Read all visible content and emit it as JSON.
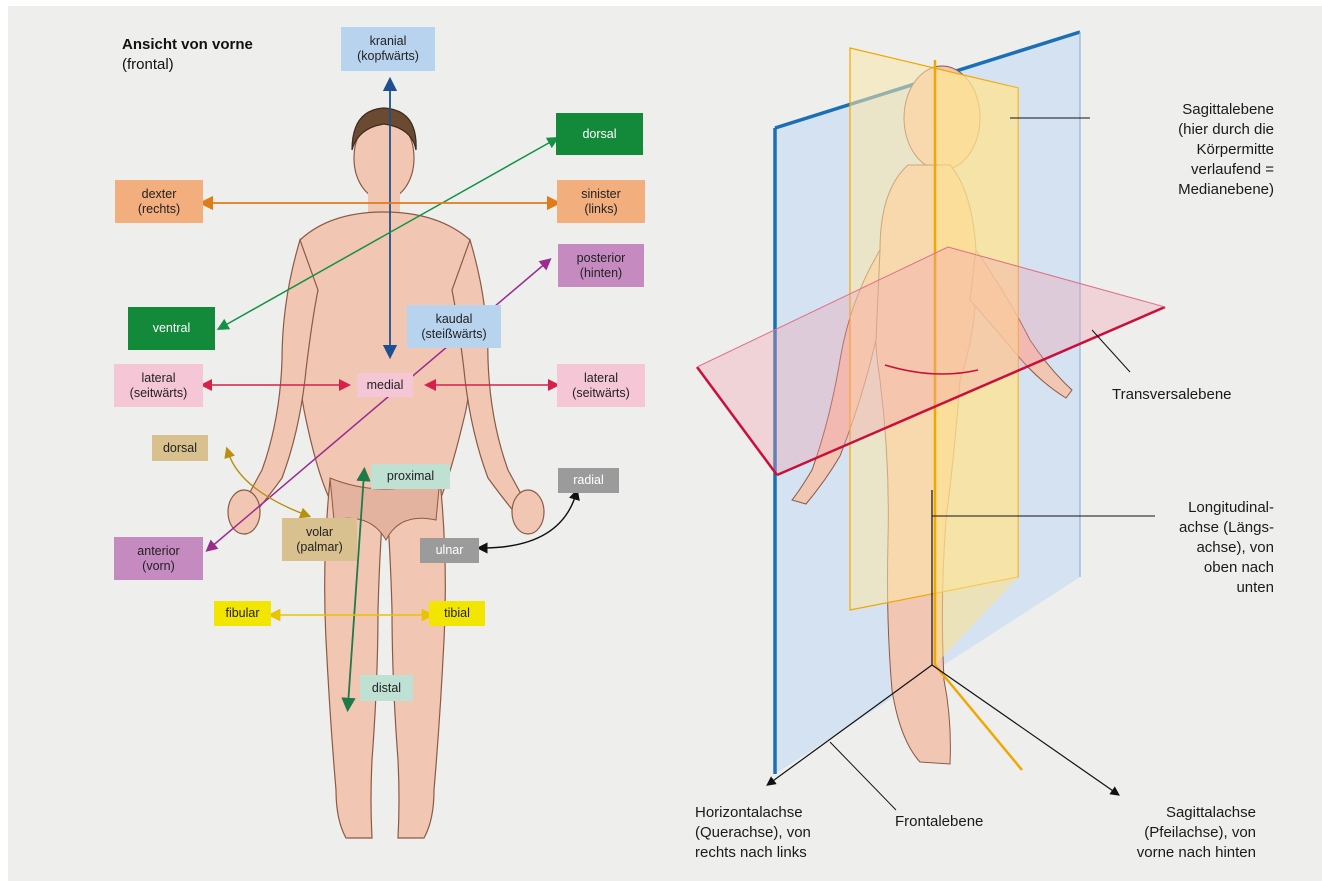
{
  "heading": {
    "title": "Ansicht von vorne",
    "subtitle": "(frontal)"
  },
  "left_labels": {
    "kranial": "kranial\n(kopfwärts)",
    "dorsal_top": "dorsal",
    "dexter": "dexter\n(rechts)",
    "sinister": "sinister\n(links)",
    "posterior": "posterior\n(hinten)",
    "ventral": "ventral",
    "kaudal": "kaudal\n(steißwärts)",
    "lateral_left": "lateral\n(seitwärts)",
    "medial": "medial",
    "lateral_right": "lateral\n(seitwärts)",
    "dorsal_hand": "dorsal",
    "proximal": "proximal",
    "radial": "radial",
    "volar": "volar\n(palmar)",
    "anterior": "anterior\n(vorn)",
    "ulnar": "ulnar",
    "fibular": "fibular",
    "tibial": "tibial",
    "distal": "distal"
  },
  "right_labels": {
    "sagittal_plane": "Sagittalebene\n(hier durch die\nKörpermitte\nverlaufend =\nMedianebene)",
    "transversal_plane": "Transversalebene",
    "longitudinal_axis": "Longitudinal-\nachse (Längs-\nachse), von\noben nach\nunten",
    "horizontal_axis": "Horizontalachse\n(Querachse), von\nrechts nach links",
    "frontal_plane": "Frontalebene",
    "sagittal_axis": "Sagittalachse\n(Pfeilachse), von\nvorne nach hinten"
  },
  "colors": {
    "panel": "#eeeeed",
    "green": "#128a3a",
    "orange": "#f3ae7d",
    "blue": "#b8d3ee",
    "purple": "#c58bc0",
    "pink": "#f4c6d6",
    "tan": "#d8c18f",
    "mint": "#bfe1d4",
    "gray": "#9b9b9b",
    "yellow": "#f2e500",
    "skin": "#f1c7b3",
    "frontal_plane_edge": "#1a6fb5",
    "sagittal_plane_edge": "#f0a800",
    "transversal_plane_edge": "#c8103a"
  }
}
